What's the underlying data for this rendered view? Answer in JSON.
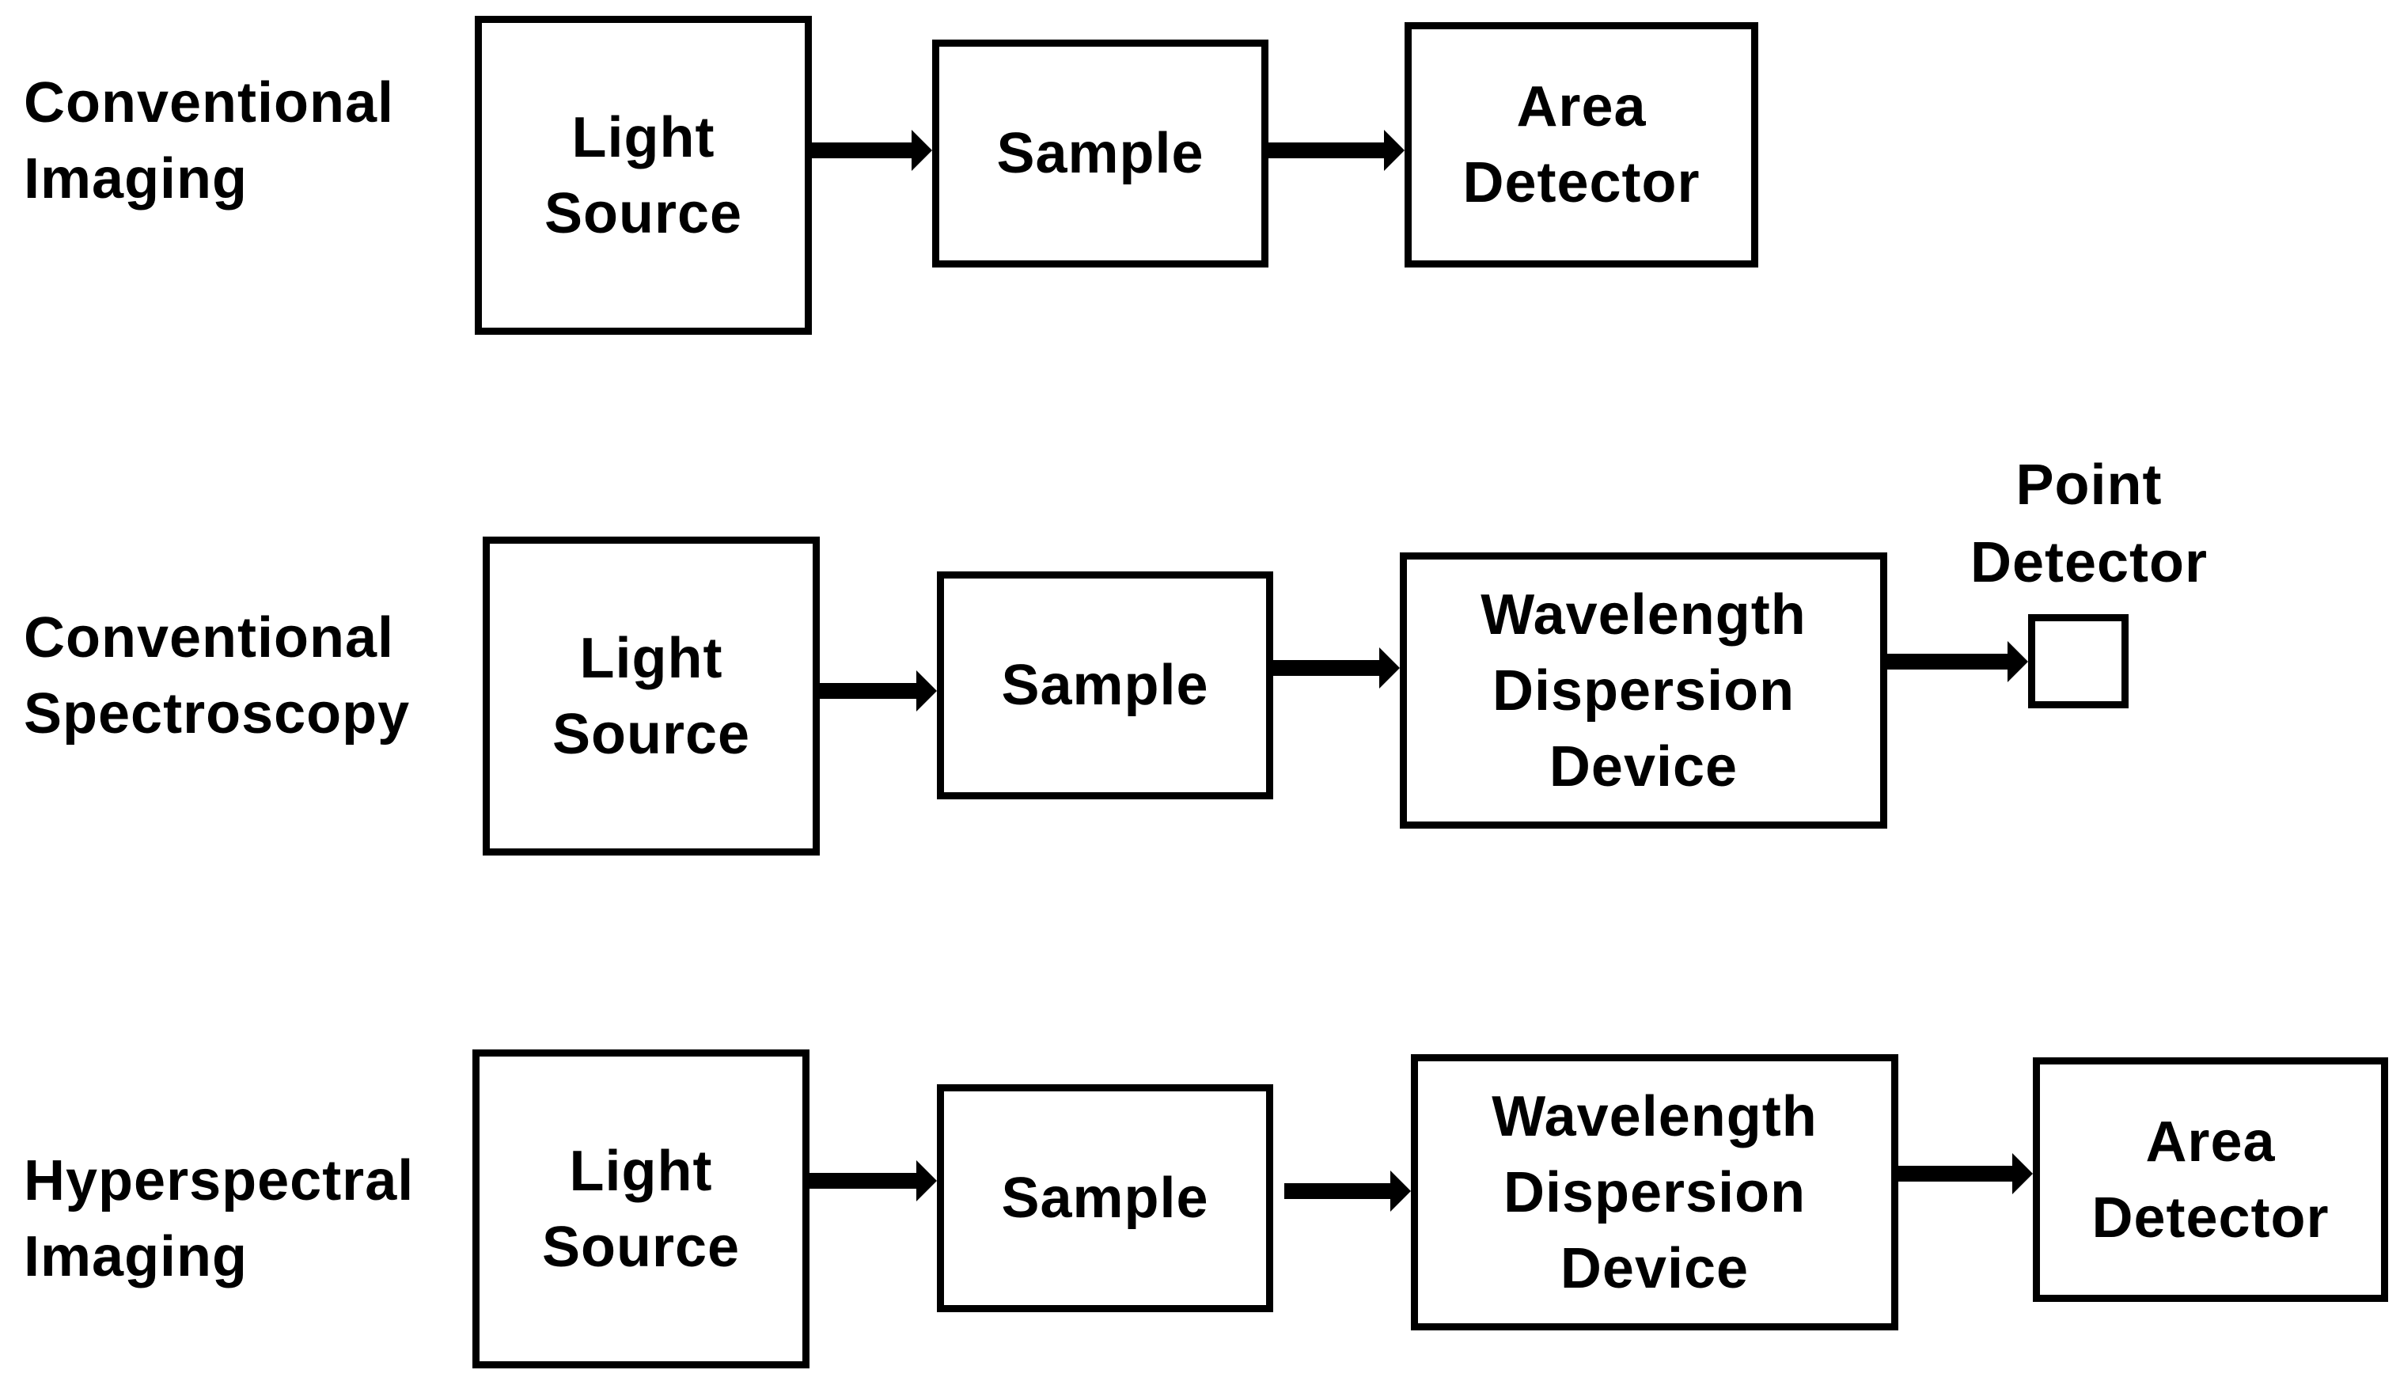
{
  "rows": [
    {
      "label": [
        "Conventional",
        "Imaging"
      ],
      "stages": [
        {
          "lines": [
            "Light",
            "Source"
          ]
        },
        {
          "lines": [
            "Sample"
          ]
        },
        {
          "lines": [
            "Area",
            "Detector"
          ]
        }
      ]
    },
    {
      "label": [
        "Conventional",
        "Spectroscopy"
      ],
      "stages": [
        {
          "lines": [
            "Light",
            "Source"
          ]
        },
        {
          "lines": [
            "Sample"
          ]
        },
        {
          "lines": [
            "Wavelength",
            "Dispersion",
            "Device"
          ]
        },
        {
          "lines": []
        }
      ],
      "point_detector_label": [
        "Point",
        "Detector"
      ]
    },
    {
      "label": [
        "Hyperspectral",
        "Imaging"
      ],
      "stages": [
        {
          "lines": [
            "Light",
            "Source"
          ]
        },
        {
          "lines": [
            "Sample"
          ]
        },
        {
          "lines": [
            "Wavelength",
            "Dispersion",
            "Device"
          ]
        },
        {
          "lines": [
            "Area",
            "Detector"
          ]
        }
      ]
    }
  ]
}
